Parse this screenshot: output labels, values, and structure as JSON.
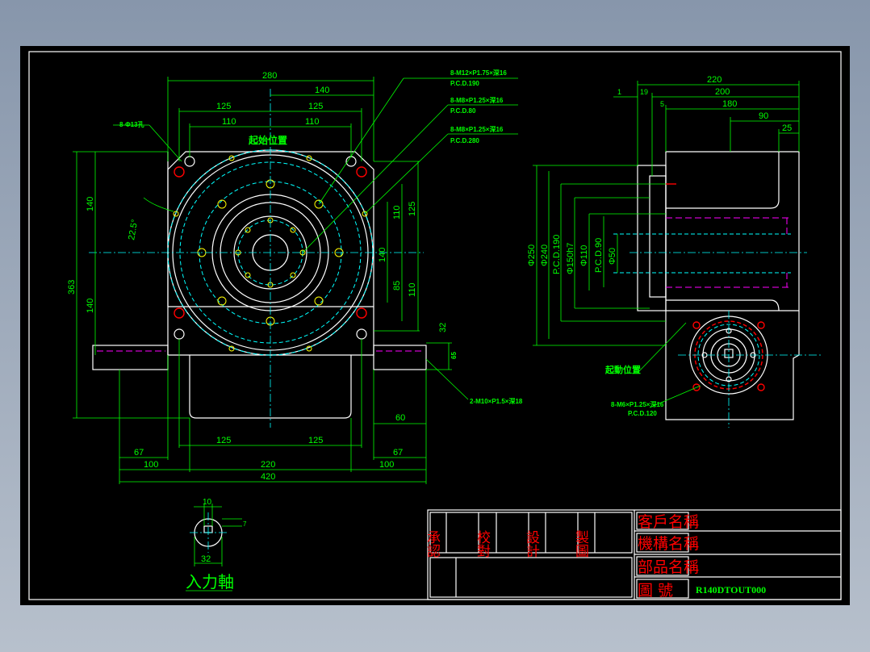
{
  "drawing": {
    "front_view": {
      "dims": [
        "280",
        "140",
        "125",
        "125",
        "110",
        "110",
        "363",
        "140",
        "140",
        "110",
        "125",
        "140",
        "110",
        "85",
        "32",
        "60",
        "67",
        "100",
        "125",
        "125",
        "220",
        "420",
        "100",
        "67",
        "22.5°",
        "65"
      ],
      "notes": [
        "8-Φ13孔",
        "起始位置",
        "2-M10×P1.5×深18"
      ]
    },
    "callouts": [
      {
        "thread": "8-M12×P1.75×深16",
        "pcd": "P.C.D.190"
      },
      {
        "thread": "8-M8×P1.25×深16",
        "pcd": "P.C.D.80"
      },
      {
        "thread": "8-M8×P1.25×深16",
        "pcd": "P.C.D.280"
      }
    ],
    "side_view": {
      "dims": [
        "220",
        "200",
        "180",
        "90",
        "25",
        "1",
        "19",
        "5",
        "Φ250",
        "Φ240",
        "P.C.D.190",
        "Φ150h7",
        "Φ110",
        "P.C.D.90",
        "Φ50"
      ],
      "notes": [
        "起動位置",
        "8-M6×P1.25×深16",
        "P.C.D.120"
      ]
    },
    "input_shaft": {
      "dims": [
        "10",
        "32",
        "7"
      ],
      "title": "入力軸"
    },
    "title_block": {
      "approvals": [
        "承認",
        "校對",
        "設計",
        "製圖"
      ],
      "fields": [
        "客戶名稱",
        "機構名稱",
        "部品名稱",
        "圖 號"
      ],
      "drawing_number": "R140DTOUT000"
    },
    "colors": {
      "background": "#000000",
      "dimension": "#00ff00",
      "outline": "#ffffff",
      "hidden": "#ff00ff",
      "center": "#00ffff",
      "title_text": "#ff0000"
    }
  }
}
